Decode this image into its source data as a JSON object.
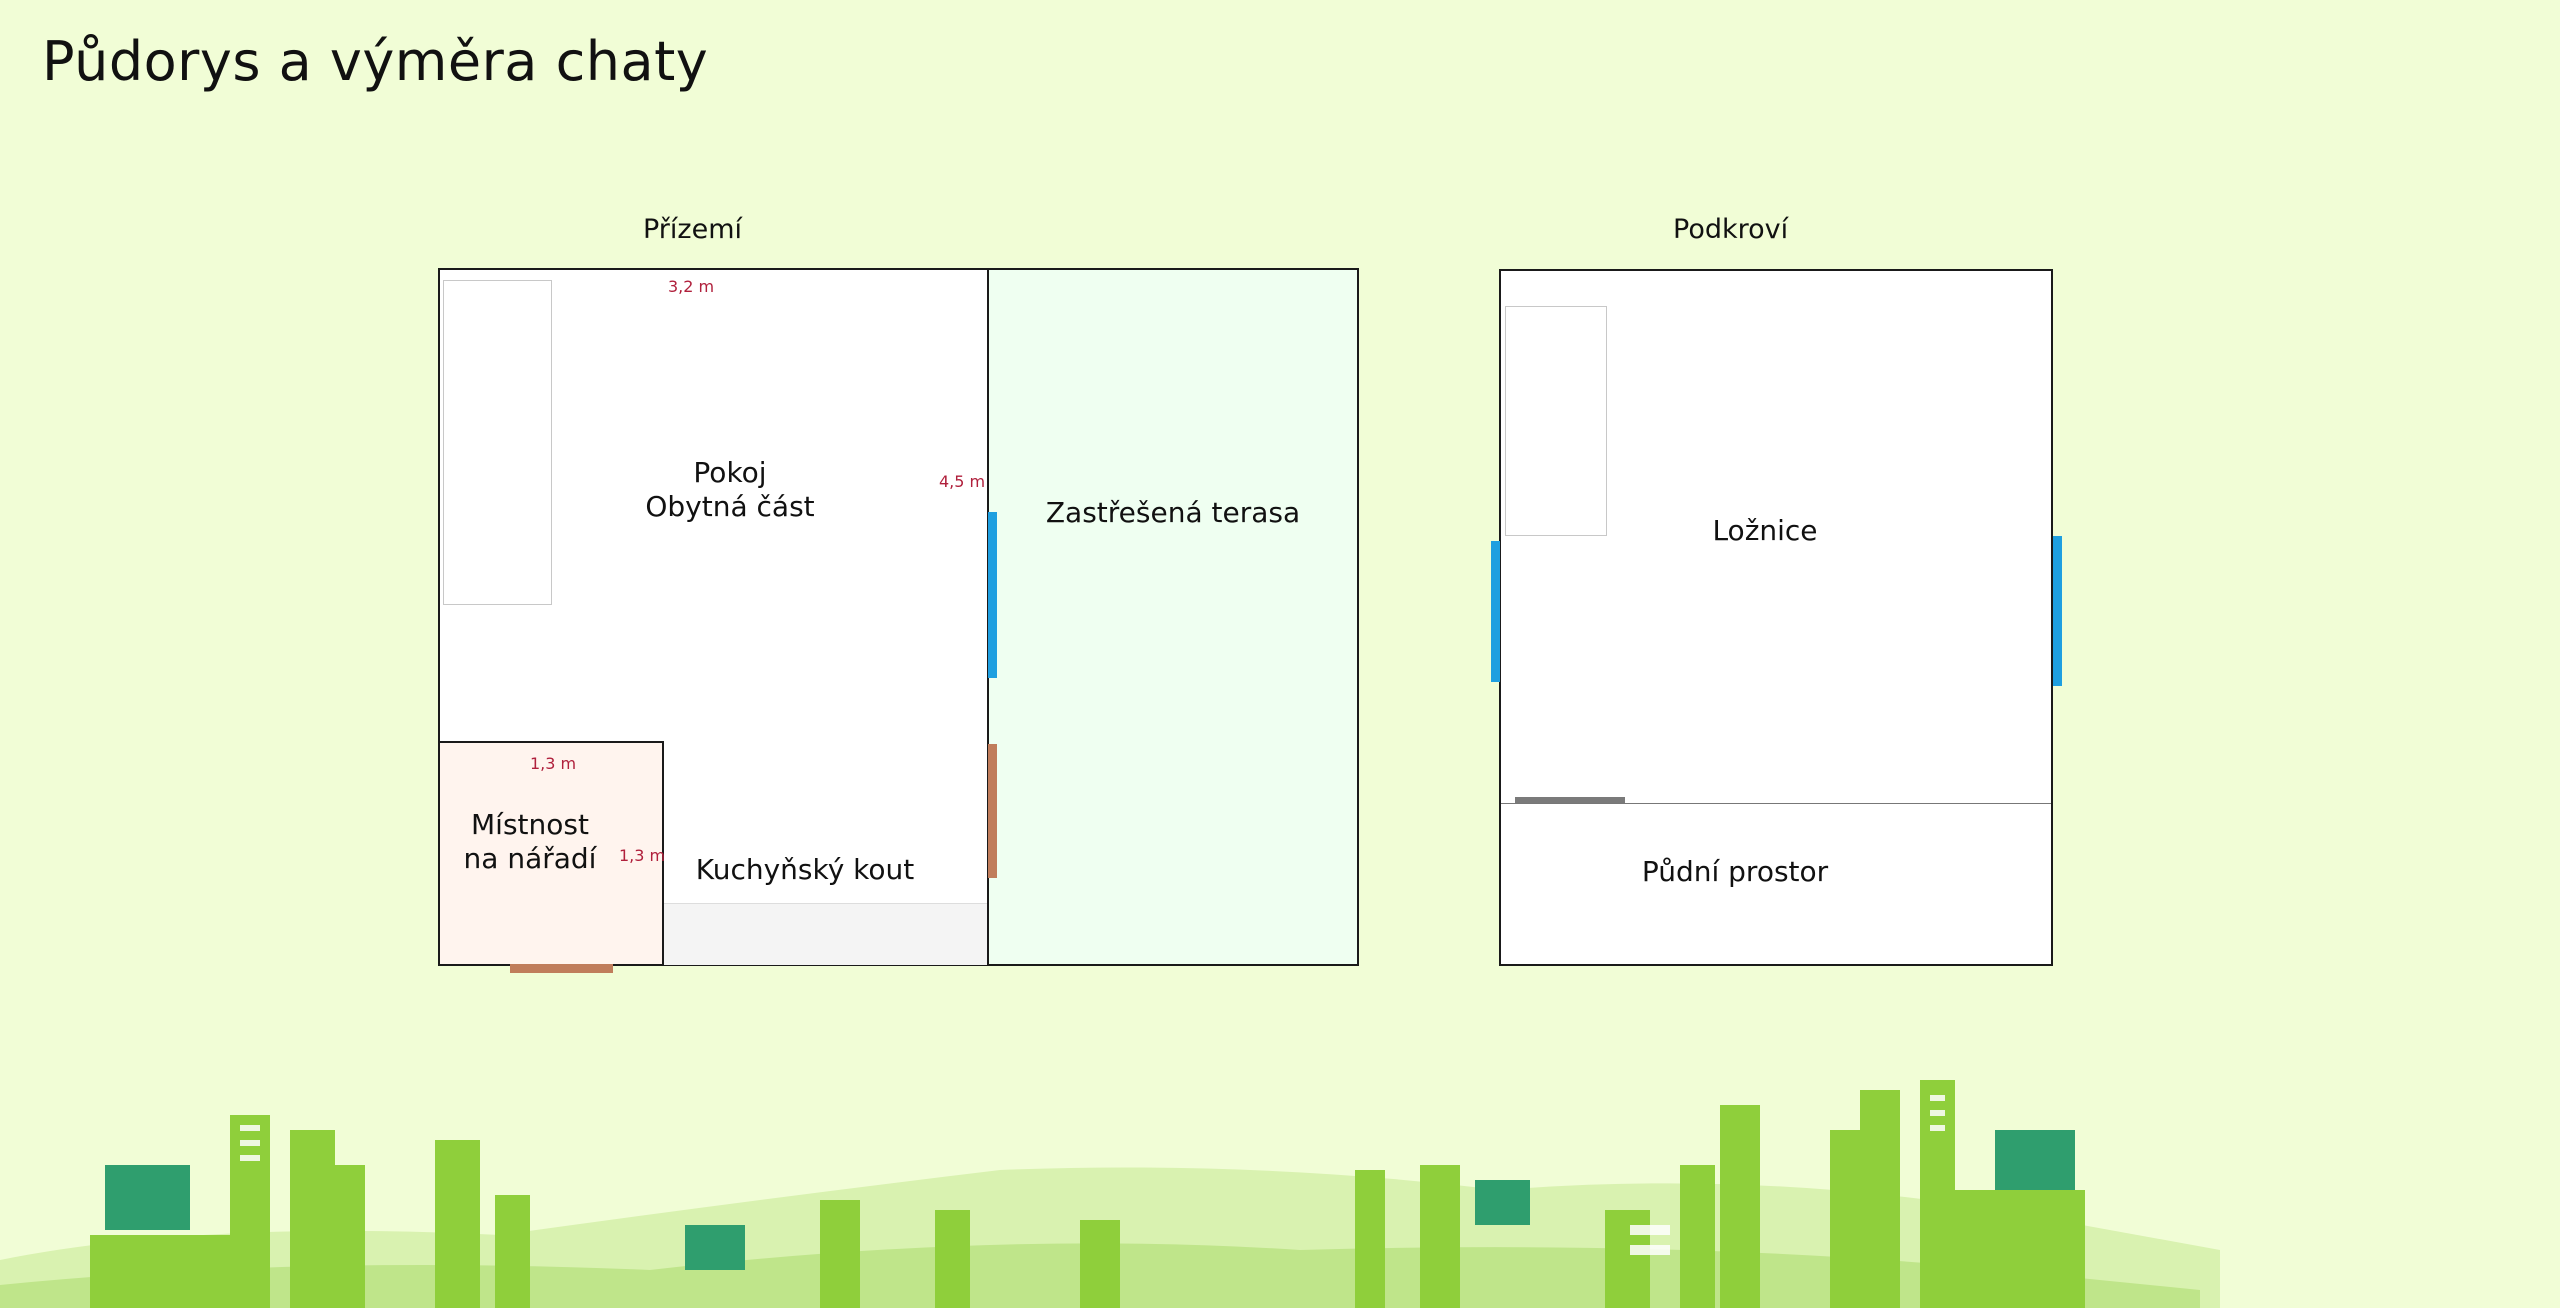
{
  "title": "Půdorys a výměra chaty",
  "ground_floor": {
    "label": "Přízemí",
    "rooms": {
      "living": {
        "name": "Pokoj",
        "subname": "Obytná část",
        "width": "3,2 m",
        "depth": "4,5 m"
      },
      "storage": {
        "name": "Místnost",
        "subname": "na nářadí",
        "width": "1,3 m",
        "depth": "1,3 m"
      },
      "kitchen": {
        "name": "Kuchyňský kout"
      },
      "terrace": {
        "name": "Zastřešená terasa"
      }
    }
  },
  "attic": {
    "label": "Podkroví",
    "rooms": {
      "bedroom": {
        "name": "Ložnice"
      },
      "loft": {
        "name": "Půdní prostor"
      }
    }
  },
  "colors": {
    "background": "#f1fdd6",
    "walls": "#1a1a1a",
    "dimension_text": "#b0203c",
    "window": "#1e9fe0",
    "door": "#c07d5b",
    "terrace_fill": "#effff1",
    "storage_fill": "#fff4ee"
  }
}
